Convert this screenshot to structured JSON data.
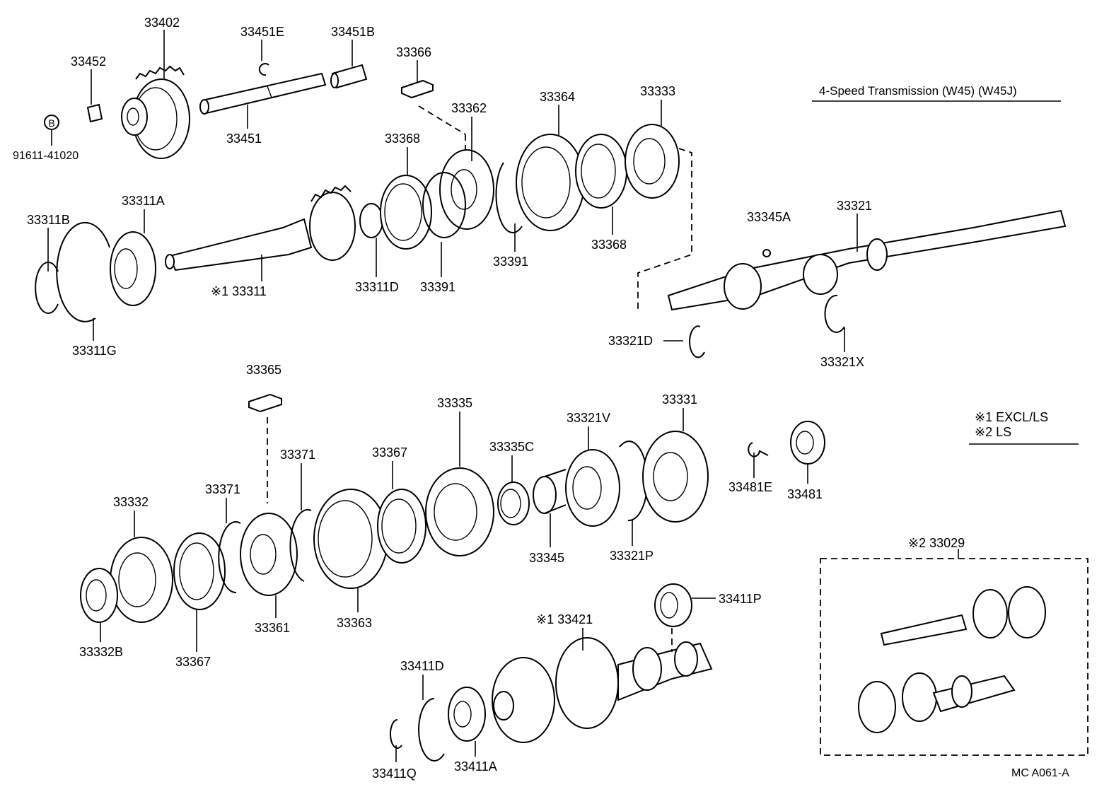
{
  "header": {
    "title": "4-Speed Transmission (W45) (W45J)"
  },
  "legend": {
    "note1": "※1 EXCL/LS",
    "note2": "※2 LS"
  },
  "kit": {
    "label": "※2 33029"
  },
  "footer": {
    "code": "MC  A061-A"
  },
  "bolt_symbol": "B",
  "parts": [
    "33402",
    "33451E",
    "33451B",
    "33452",
    "33451",
    "91611-41020",
    "33366",
    "33362",
    "33364",
    "33333",
    "33368",
    "33368",
    "33311B",
    "33311A",
    "※1 33311",
    "33311D",
    "33391",
    "33391",
    "33311G",
    "33345A",
    "33321",
    "33321D",
    "33321X",
    "33365",
    "33335",
    "33321V",
    "33331",
    "33335C",
    "33367",
    "33371",
    "33371",
    "33332",
    "33481E",
    "33481",
    "33345",
    "33321P",
    "33361",
    "33363",
    "33332B",
    "33367",
    "33411P",
    "※1 33421",
    "33411D",
    "33411Q",
    "33411A"
  ]
}
